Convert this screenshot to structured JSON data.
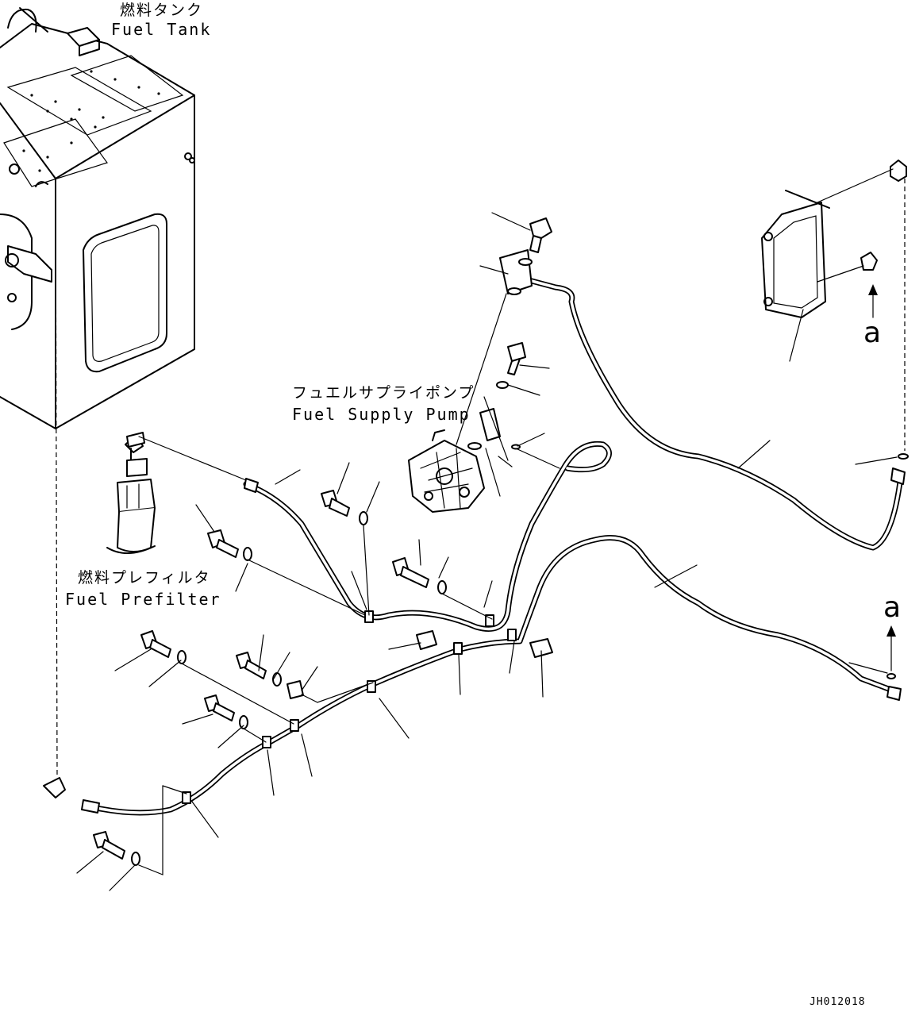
{
  "labels": {
    "fuel_tank_jp": "燃料タンク",
    "fuel_tank_en": "Fuel Tank",
    "supply_pump_jp": "フュエルサプライポンプ",
    "supply_pump_en": "Fuel Supply Pump",
    "prefilter_jp": "燃料プレフィルタ",
    "prefilter_en": "Fuel Prefilter",
    "ref_top": "a",
    "ref_bottom": "a",
    "drawing_code": "JH012018"
  }
}
